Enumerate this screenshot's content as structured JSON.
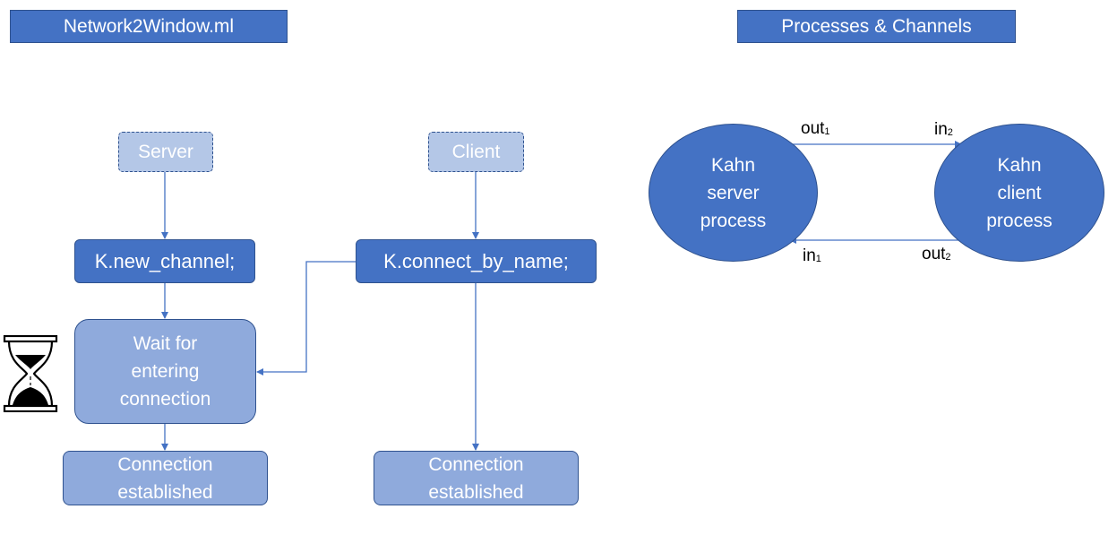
{
  "headers": {
    "left": "Network2Window.ml",
    "right": "Processes & Channels"
  },
  "server_flow": {
    "start": "Server",
    "step1": "K.new_channel;",
    "step2": "Wait for\nentering\nconnection",
    "end": "Connection\nestablished"
  },
  "client_flow": {
    "start": "Client",
    "step1": "K.connect_by_name;",
    "end": "Connection\nestablished"
  },
  "processes": {
    "server": "Kahn\nserver\nprocess",
    "client": "Kahn\nclient\nprocess"
  },
  "channels": {
    "out1": {
      "base": "out",
      "sub": "1"
    },
    "in2": {
      "base": "in",
      "sub": "2"
    },
    "in1": {
      "base": "in",
      "sub": "1"
    },
    "out2": {
      "base": "out",
      "sub": "2"
    }
  },
  "icons": {
    "waiting": "hourglass-icon"
  },
  "colors": {
    "title_fill": "#4472c4",
    "dark_fill": "#4472c4",
    "light_fill": "#8faadc",
    "dashed_fill": "#b4c7e7",
    "connector": "#4472c4"
  }
}
